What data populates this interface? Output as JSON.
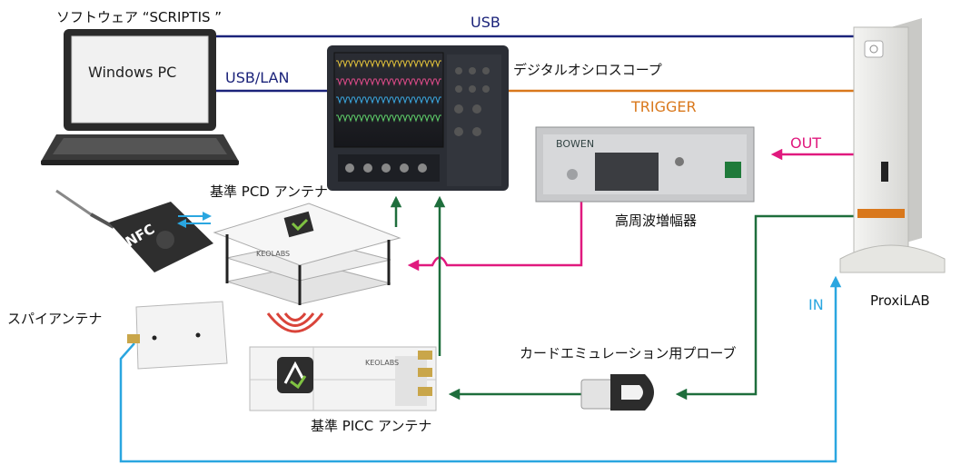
{
  "labels": {
    "software": "ソフトウェア “SCRIPTIS ”",
    "pc": "Windows PC",
    "usb": "USB",
    "usb_lan": "USB/LAN",
    "oscilloscope": "デジタルオシロスコープ",
    "trigger": "TRIGGER",
    "out": "OUT",
    "amplifier": "高周波増幅器",
    "pcd_antenna": "基準 PCD アンテナ",
    "spy_antenna": "スパイアンテナ",
    "proxilab": "ProxiLAB",
    "in": "IN",
    "card_probe": "カードエミュレーション用プローブ",
    "picc_antenna": "基準 PICC アンテナ"
  },
  "device_text": {
    "nfc": "NFC",
    "bowen": "BOWEN",
    "keolabs": "KEOLABS",
    "keolabs_picc": "KEOLABS"
  },
  "colors": {
    "usb": "#1b237a",
    "trigger": "#d9781c",
    "rf_out": "#e0197e",
    "probe": "#1e6e3c",
    "in": "#2aa6e0"
  }
}
